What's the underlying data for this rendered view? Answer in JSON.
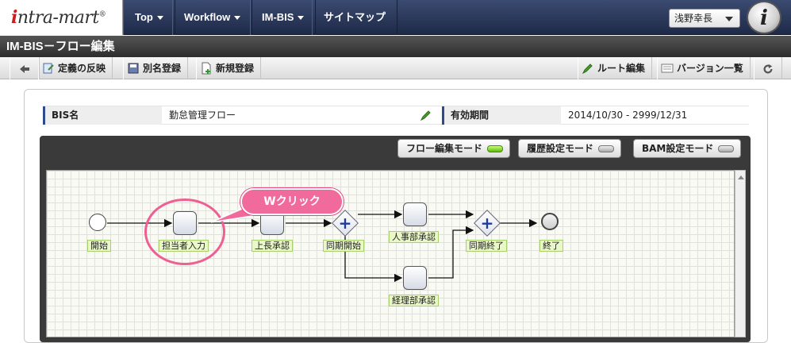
{
  "header": {
    "logo_main": "ntra-mart",
    "logo_i": "i",
    "nav": [
      {
        "label": "Top",
        "caret": true
      },
      {
        "label": "Workflow",
        "caret": true
      },
      {
        "label": "IM-BIS",
        "caret": true
      },
      {
        "label": "サイトマップ",
        "caret": false
      }
    ],
    "user": "浅野幸長",
    "brand_icon": "i"
  },
  "title": "IM-BIS－フロー編集",
  "toolbar": {
    "left": [
      {
        "label": "定義の反映",
        "icon": "apply-icon"
      },
      {
        "label": "別名登録",
        "icon": "save-as-icon"
      },
      {
        "label": "新規登録",
        "icon": "new-doc-icon"
      }
    ],
    "right": [
      {
        "label": "ルート編集",
        "icon": "pencil-icon"
      },
      {
        "label": "バージョン一覧",
        "icon": "list-icon"
      }
    ]
  },
  "info": {
    "bis_name_label": "BIS名",
    "bis_name_value": "勤怠管理フロー",
    "period_label": "有効期間",
    "period_value": "2014/10/30  -  2999/12/31"
  },
  "modes": [
    {
      "label": "フロー編集モード",
      "active": true
    },
    {
      "label": "履歴設定モード",
      "active": false
    },
    {
      "label": "BAM設定モード",
      "active": false
    }
  ],
  "flow": {
    "start": "開始",
    "task1": "担当者入力",
    "task2": "上長承認",
    "gateway_open": "同期開始",
    "task3": "人事部承認",
    "task4": "経理部承認",
    "gateway_close": "同期終了",
    "end": "終了"
  },
  "callout": "Wクリック",
  "colors": {
    "accent": "#f06b9b",
    "nav": "#2a3759",
    "label_bg": "#eaf7c9"
  }
}
